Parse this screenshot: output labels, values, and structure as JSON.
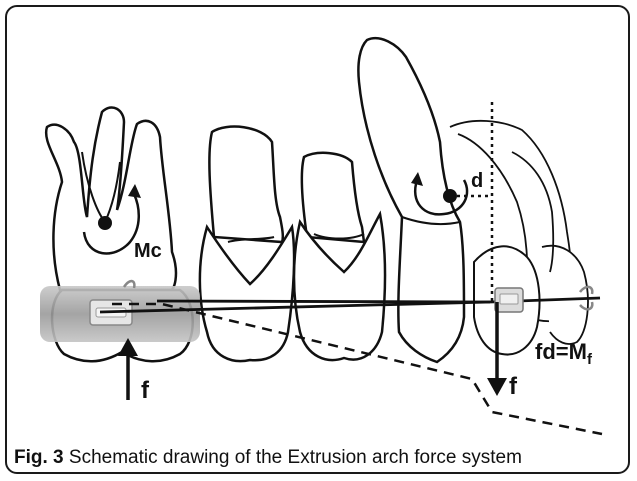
{
  "caption": {
    "label": "Fig. 3",
    "text": "Schematic drawing of the Extrusion arch force system"
  },
  "labels": {
    "moment_couple": "Mc",
    "force_left": "f",
    "force_right": "f",
    "distance": "d",
    "moment_formula_main": "fd=M",
    "moment_formula_sub": "f"
  },
  "colors": {
    "stroke": "#111111",
    "shaded_band": "#a9a9a9",
    "bracket_fill": "#e6e6e6"
  }
}
